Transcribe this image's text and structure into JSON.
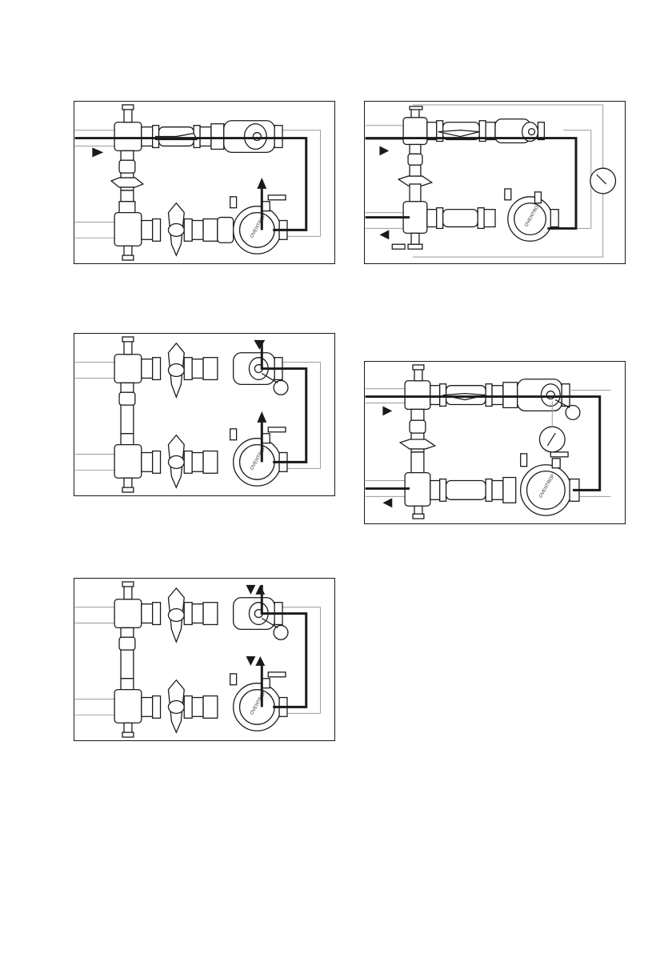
{
  "diagrams": [
    {
      "id": "a",
      "brand_text": "OVENTROP"
    },
    {
      "id": "b",
      "brand_text": "OVENTROP"
    },
    {
      "id": "c",
      "brand_text": "OVENTROP"
    },
    {
      "id": "d",
      "brand_text": "OVENTROP"
    },
    {
      "id": "e",
      "brand_text": "OVENTROP"
    }
  ],
  "colors": {
    "line": "#1a1a1a",
    "thin": "#9a9a9a",
    "fill": "#ffffff"
  }
}
